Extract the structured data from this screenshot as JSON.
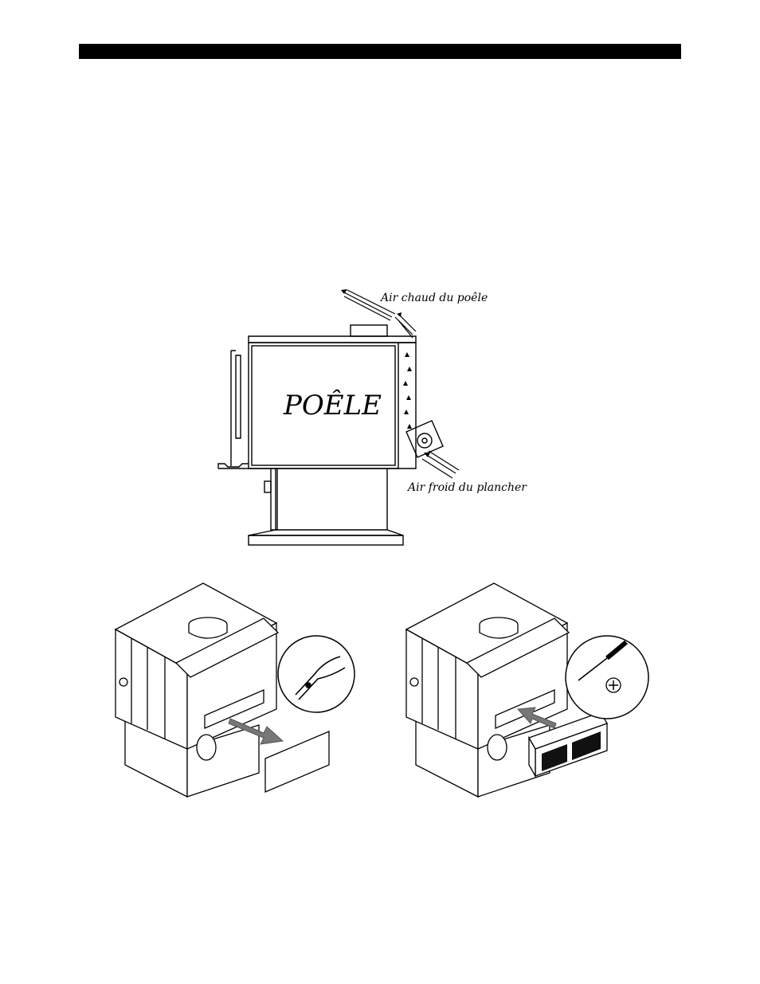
{
  "diagram_top": {
    "stove_label": "POÊLE",
    "hot_air_label": "Air chaud du poêle",
    "cold_air_label": "Air froid du plancher"
  }
}
